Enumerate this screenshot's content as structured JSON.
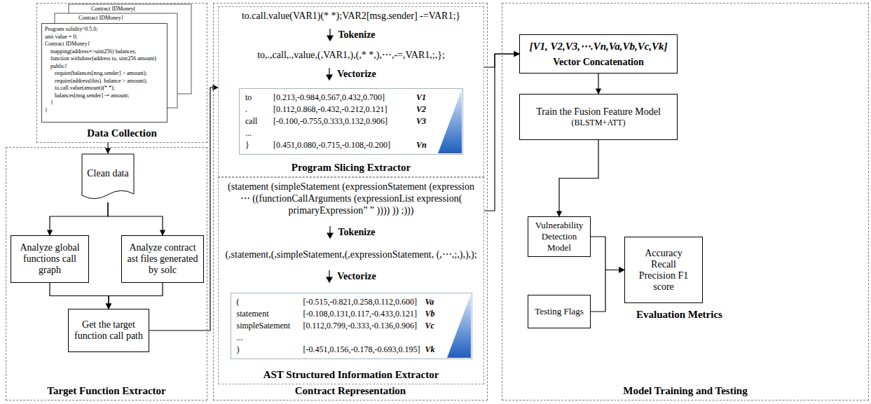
{
  "diagram": {
    "nodes": [
      {
        "text": [
          "Data Collection"
        ]
      },
      {
        "text": [
          "Program solidity^0.5.0;",
          "unit value = 0;",
          "Contract IDMoney{",
          "mapping(address=>uint256) balances;",
          "function withdraw(address to, uint256 amount) public{",
          "require(balances[msg.sender] > amount);",
          "require(address(this). balance > amount);",
          "to.call.value(amount)(* *);",
          "balances[msg.sender] -= amount;",
          "}",
          "}"
        ],
        "in": 0
      },
      {
        "text": [
          "Target Function Extractor"
        ]
      },
      {
        "text": [
          "Clean data"
        ],
        "in": 2
      },
      {
        "text": [
          "Analyze global functions call graph"
        ],
        "in": 2
      },
      {
        "text": [
          "Analyze contract ast files generated by solc"
        ],
        "in": 2
      },
      {
        "text": [
          "Get the target function call path"
        ],
        "in": 2
      },
      {
        "text": [
          "Contract Representation"
        ]
      },
      {
        "text": [
          "to.call.value(VAR1)(* *);VAR2[msg.sender] -=VAR1;}",
          "Tokenize",
          "to,.,call,.,value,(,VAR1,),(,* *,),⋯,-=,VAR1,;,};",
          "Vectorize",
          "Program Slicing Extractor"
        ],
        "in": 7
      },
      {
        "text": [
          "to",
          "[0.213,-0.984,0.567,0.432,0.700]",
          "V1",
          ".",
          "[0.112,0.868,-0.432,-0.212,0.121]",
          "V2",
          "call",
          "[-0.100,-0.755,0.333,0.132,0.906]",
          "V3",
          "...",
          "}",
          "[0.451,0.080,-0.715,-0.108,-0.200]",
          "Vn"
        ],
        "in": 8
      },
      {
        "text": [
          "(statement (simpleStatement (expressionStatement (expression ⋯ ((functionCallArguments (expressionList expression( primaryExpression” ” )))) )) ;)))",
          "Tokenize",
          "(,statement,(,simpleStatement,(,expressionStatement, (,⋯,;,),),);",
          "Vectorize",
          "AST Structured Information Extractor"
        ],
        "in": 7
      },
      {
        "text": [
          "(",
          "[-0.515,-0.821,0.258,0.112,0.600]",
          "Va",
          "statement",
          "[-0.108,0.131,0.117,-0.433,0.121]",
          "Vb",
          "simpleSatement",
          "[0.112,0.799,-0.333,-0.136,0.906]",
          "Vc",
          "...",
          ")",
          "[-0.451,0.156,-0.178,-0.693,0.195]",
          "Vk"
        ],
        "in": 10
      },
      {
        "text": [
          "Model Training and Testing"
        ]
      },
      {
        "text": [
          "[V1, V2,V3,⋯.Vn,Va,Vb,Vc,Vk]",
          "Vector Concatenation"
        ],
        "in": 12
      },
      {
        "text": [
          "Train the Fusion Feature Model",
          "(BLSTM+ATT)"
        ],
        "in": 12
      },
      {
        "text": [
          "Vulnerability Detection Model"
        ],
        "in": 12
      },
      {
        "text": [
          "Testing Flags"
        ],
        "in": 12
      },
      {
        "text": [
          "Accuracy Recall Precision F1 score"
        ],
        "in": 12
      }
    ],
    "edges": [
      {
        "from": 0,
        "to": 3,
        "arrow": "to"
      },
      {
        "from": 3,
        "to": 4,
        "arrow": "to"
      },
      {
        "from": 3,
        "to": 5,
        "arrow": "to"
      },
      {
        "from": 4,
        "to": 6,
        "arrow": "to"
      },
      {
        "from": 5,
        "to": 6,
        "arrow": "to"
      },
      {
        "from": 6,
        "to": 8,
        "arrow": "to"
      },
      {
        "from": 8,
        "to": 13,
        "arrow": "to"
      },
      {
        "from": 10,
        "to": 13,
        "arrow": "to"
      },
      {
        "from": 13,
        "to": 14,
        "arrow": "to"
      },
      {
        "from": 14,
        "to": 15,
        "arrow": "to"
      },
      {
        "from": 15,
        "to": 17,
        "arrow": "to"
      },
      {
        "from": 16,
        "to": 17,
        "arrow": "to"
      }
    ],
    "labels": [
      "Contract IDMoney(",
      "Contract IDMoney{",
      "Evaluation Metrics"
    ]
  }
}
